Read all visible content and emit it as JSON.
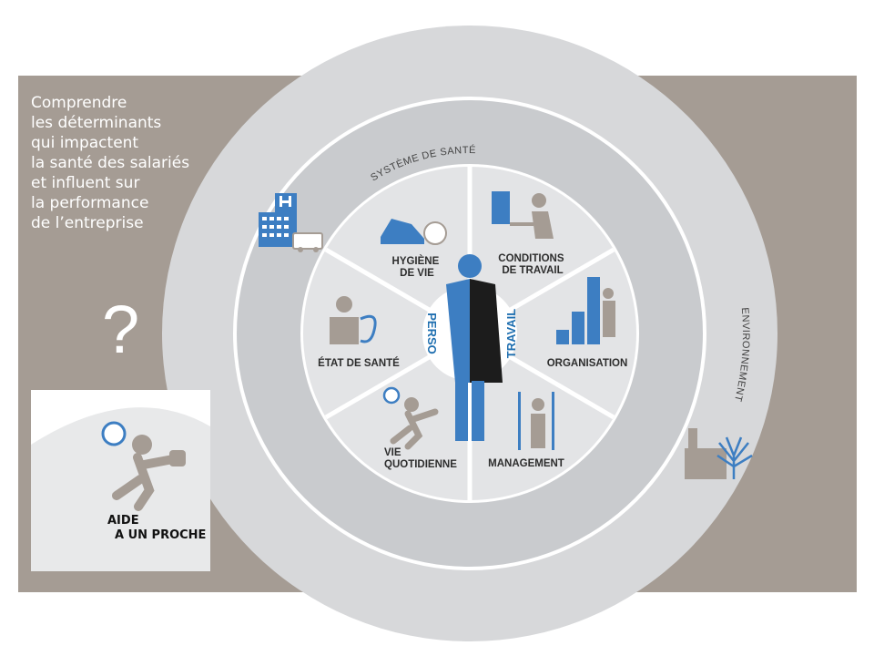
{
  "intro": {
    "lines": [
      "Comprendre",
      "les déterminants",
      "qui impactent",
      "la santé des salariés",
      "et influent sur",
      "la performance",
      "de l’entreprise"
    ]
  },
  "question_mark": "?",
  "rings": {
    "outer_label": "ENVIRONNEMENT",
    "inner_label": "SYSTÈME DE SANTÉ"
  },
  "axes": {
    "left": "PERSO",
    "right": "TRAVAIL"
  },
  "segments": {
    "hygiene": [
      "HYGIÈNE",
      "DE VIE"
    ],
    "conditions": [
      "CONDITIONS",
      "DE TRAVAIL"
    ],
    "organisation": [
      "ORGANISATION"
    ],
    "management": [
      "MANAGEMENT"
    ],
    "vie": [
      "VIE",
      "QUOTIDIENNE"
    ],
    "etat": [
      "ÉTAT DE SANTÉ"
    ]
  },
  "card": {
    "lines": [
      "AIDE",
      "A UN PROCHE"
    ]
  },
  "colors": {
    "band": "#a59c94",
    "outer_ring": "#d7d8da",
    "inner_disc": "#c9cbce",
    "accent_blue": "#3d7ec2",
    "icon_grey": "#a59c94"
  }
}
